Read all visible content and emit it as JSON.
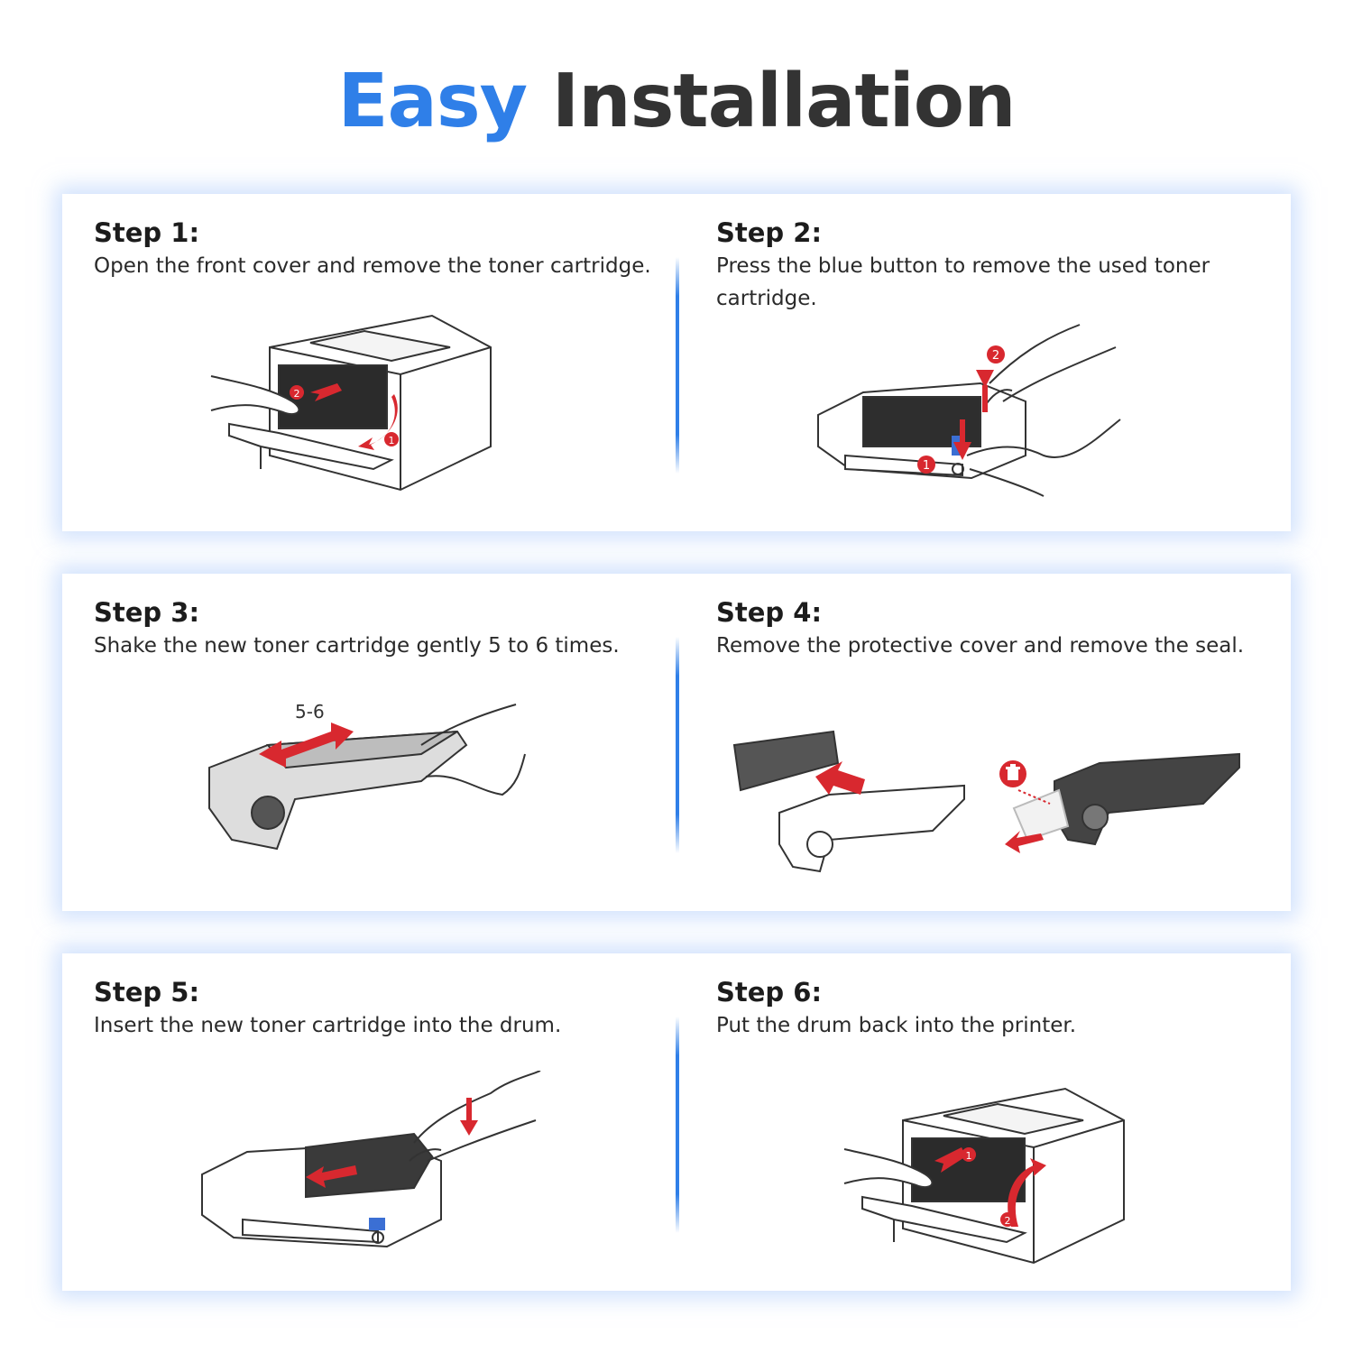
{
  "title": {
    "accent": "Easy",
    "rest": "Installation"
  },
  "steps": [
    {
      "label": "Step 1:",
      "desc": "Open the front cover and remove the toner cartridge."
    },
    {
      "label": "Step 2:",
      "desc": "Press the blue button to remove the used toner cartridge."
    },
    {
      "label": "Step 3:",
      "desc": "Shake the new toner cartridge gently 5 to 6 times."
    },
    {
      "label": "Step 4:",
      "desc": "Remove the protective cover and remove the seal."
    },
    {
      "label": "Step 5:",
      "desc": "Insert the new toner cartridge into the drum."
    },
    {
      "label": "Step 6:",
      "desc": "Put the drum back into the printer."
    }
  ],
  "illustrations": {
    "shake_count": "5-6",
    "marker_1": "1",
    "marker_2": "2"
  },
  "colors": {
    "accent": "#2f7fe8",
    "arrow": "#d8282f",
    "button": "#3b6fd4",
    "text": "#333333"
  }
}
